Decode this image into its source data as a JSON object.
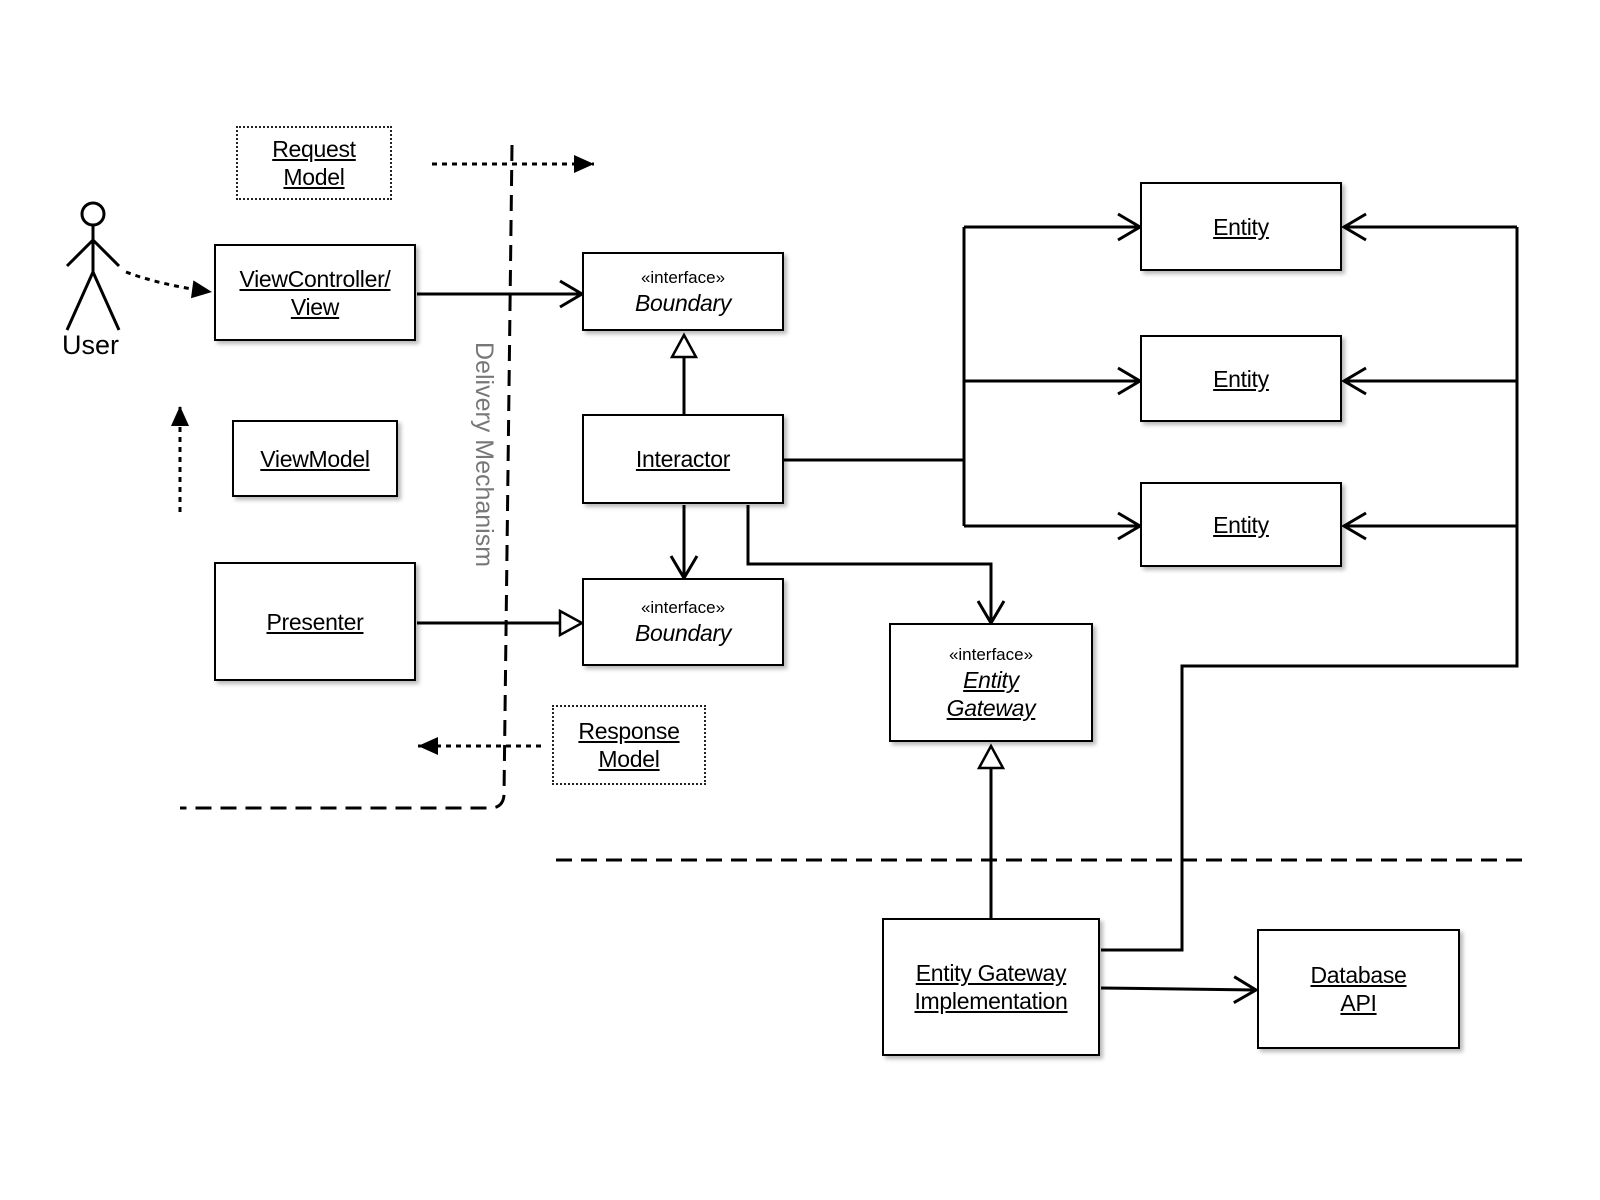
{
  "actor": {
    "label": "User"
  },
  "boundary_label": "Delivery Mechanism",
  "boxes": {
    "request_model": "Request Model",
    "view_controller": "ViewController/ View",
    "view_model": "ViewModel",
    "presenter": "Presenter",
    "response_model": "Response Model",
    "input_boundary": {
      "stereotype": "«interface»",
      "name": "Boundary"
    },
    "output_boundary": {
      "stereotype": "«interface»",
      "name": "Boundary"
    },
    "interactor": "Interactor",
    "entity_gateway": {
      "stereotype": "«interface»",
      "name": "Entity Gateway"
    },
    "entity_gateway_impl": "Entity Gateway Implementation",
    "database_api": "Database API",
    "entities": [
      "Entity",
      "Entity",
      "Entity"
    ]
  }
}
